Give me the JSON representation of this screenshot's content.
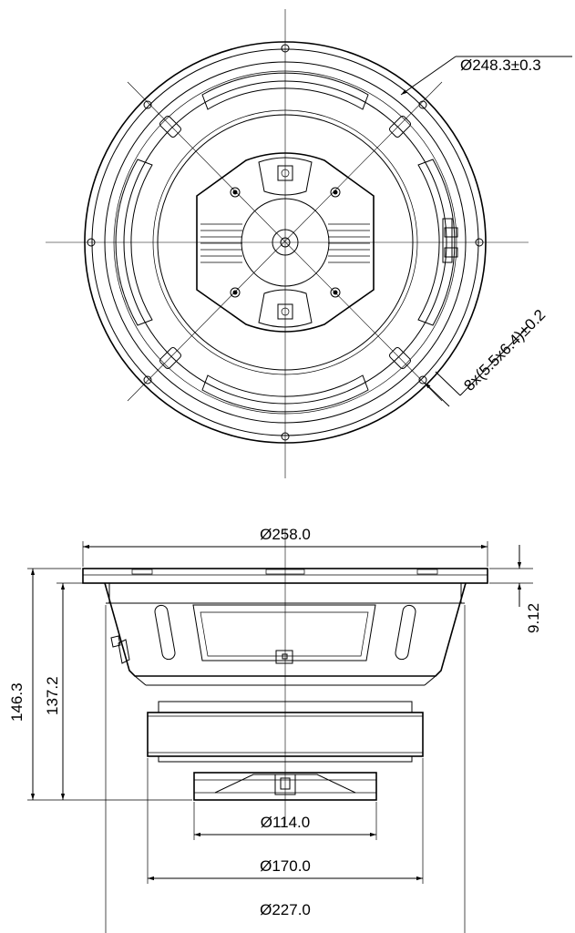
{
  "drawing": {
    "top_view": {
      "dim_bolt_circle": "Ø248.3±0.3",
      "dim_holes": "8x(5.5x6.4)±0.2"
    },
    "side_view": {
      "dim_outer_diameter": "Ø258.0",
      "dim_flange_thickness": "9.12",
      "dim_total_depth": "146.3",
      "dim_mount_depth": "137.2",
      "dim_114": "Ø114.0",
      "dim_170": "Ø170.0",
      "dim_227": "Ø227.0"
    }
  }
}
